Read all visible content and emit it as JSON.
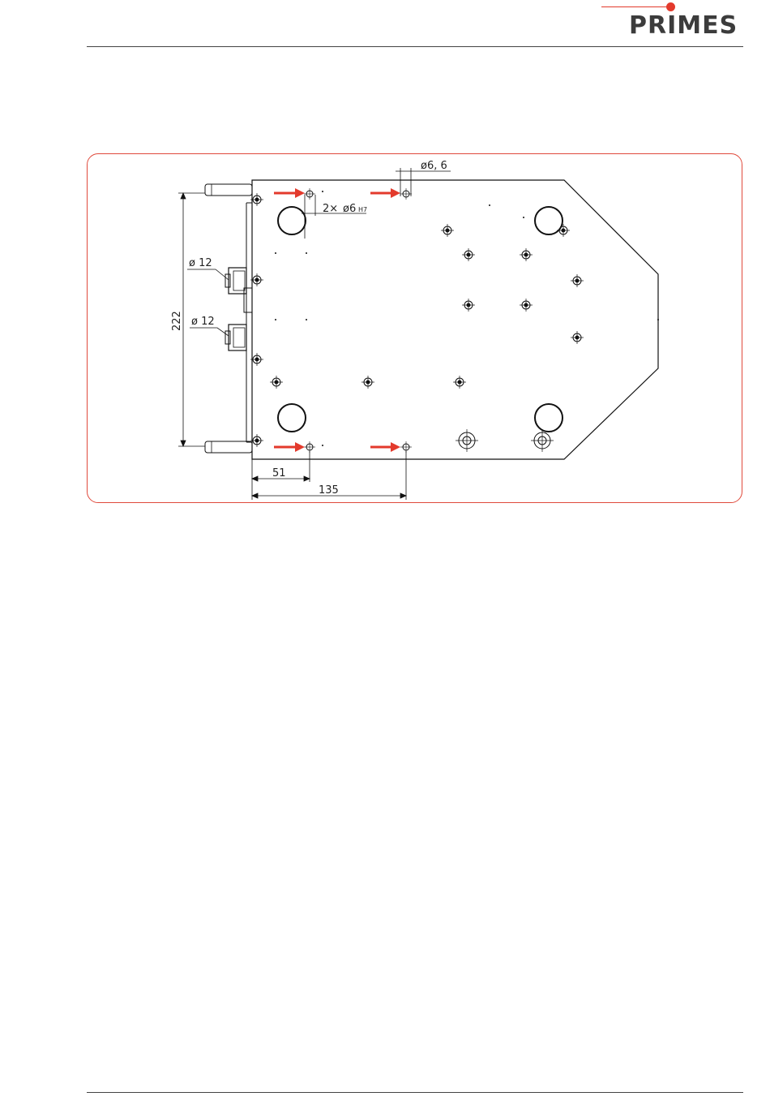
{
  "header": {
    "logo_text": "PRIMES",
    "brand_color": "#e33a2c"
  },
  "drawing": {
    "accent_color": "#e04a3c",
    "dimensions": {
      "top_hole": "ø6, 6",
      "pin_holes_count": "2×",
      "pin_holes_diameter": "ø6",
      "pin_holes_tolerance": "H7",
      "fitting_upper": "ø 12",
      "fitting_lower": "ø 12",
      "height": "222",
      "offset_short": "51",
      "offset_long": "135"
    }
  }
}
